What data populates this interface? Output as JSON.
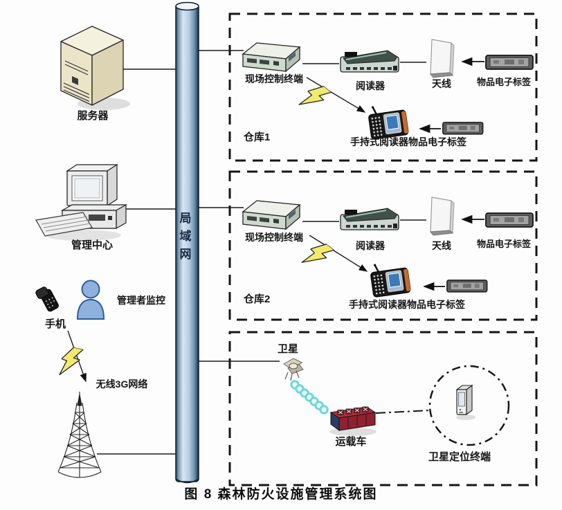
{
  "caption": "图 8 森林防火设施管理系统图",
  "backbone": {
    "label": "局域网"
  },
  "left_column": {
    "server_label": "服务器",
    "management_label": "管理中心",
    "phone_label": "手机",
    "manager_label": "管理者监控",
    "wireless_label": "无线3G网络"
  },
  "warehouse1": {
    "zone_label": "仓库1",
    "terminal_label": "现场控制终端",
    "reader_label": "阅读器",
    "antenna_label": "天线",
    "tag_label": "物品电子标签",
    "handheld_label": "手持式阅读器",
    "handheld_tag_label": "物品电子标签"
  },
  "warehouse2": {
    "zone_label": "仓库2",
    "terminal_label": "现场控制终端",
    "reader_label": "阅读器",
    "antenna_label": "天线",
    "tag_label": "物品电子标签",
    "handheld_label": "手持式阅读器",
    "handheld_tag_label": "物品电子标签"
  },
  "satellite_zone": {
    "satellite_label": "卫星",
    "vehicle_label": "运载车",
    "terminal_label": "卫星定位终端"
  },
  "colors": {
    "backbone_light": "#d8e6f2",
    "backbone_dark": "#23435f",
    "bolt_yellow": "#f1ea6e",
    "chain_cyan": "#6fd6d8",
    "truck_red": "#b82c3c",
    "person_blue": "#8fb2dc",
    "server_beige": "#ebe4c8"
  }
}
